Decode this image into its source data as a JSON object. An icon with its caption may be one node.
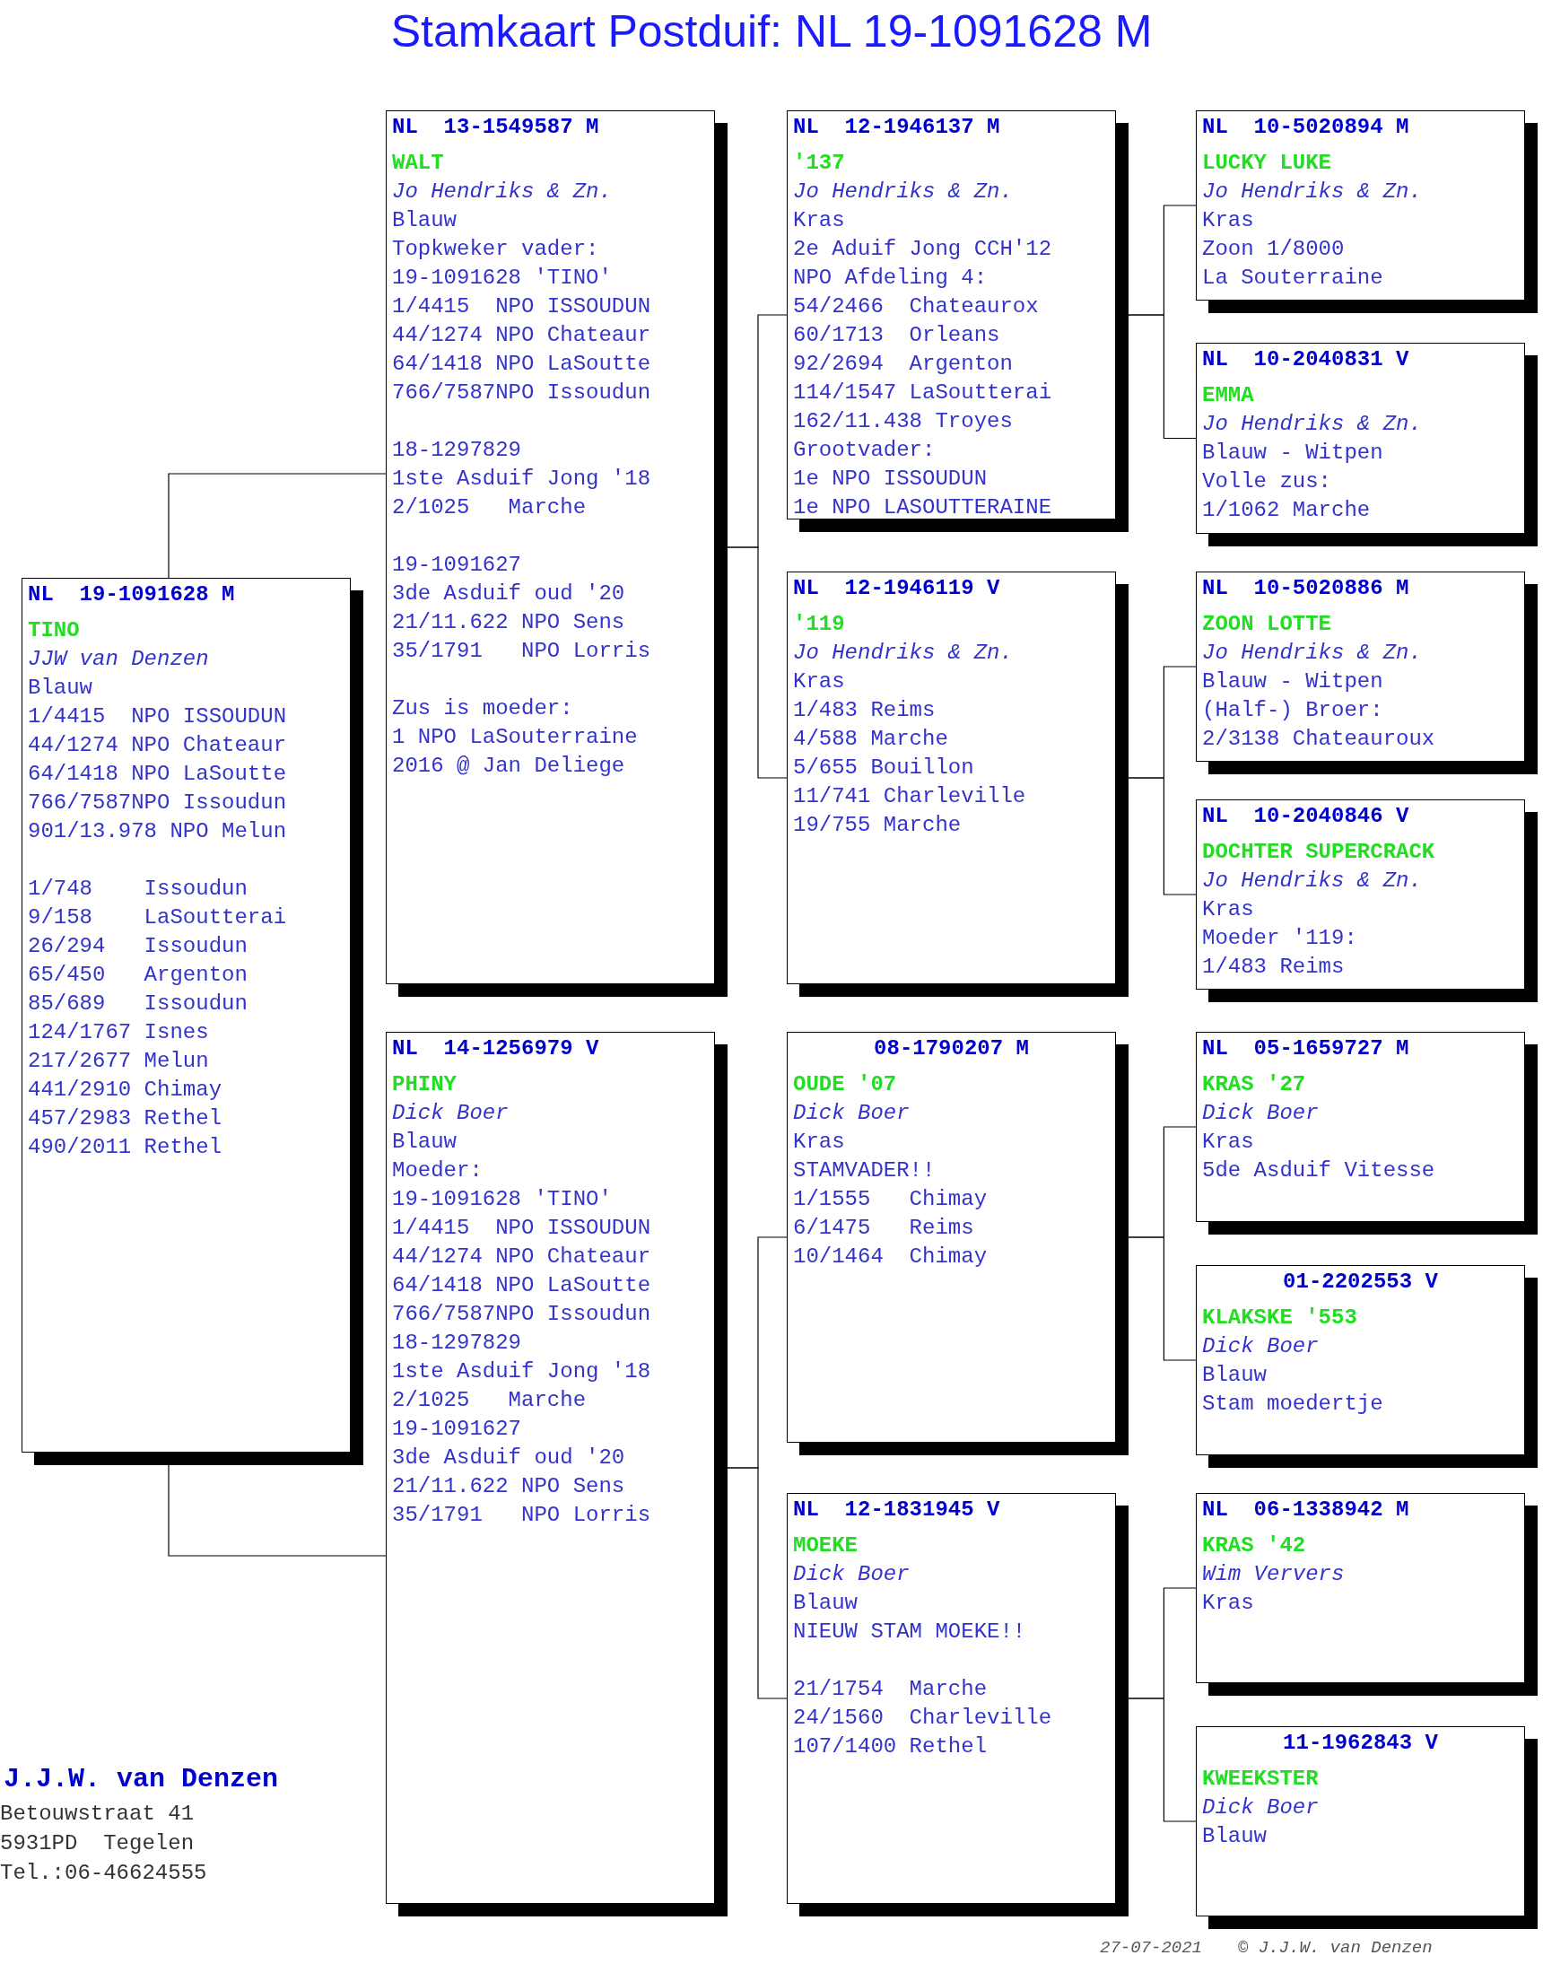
{
  "diagram": {
    "title": "Stamkaart Postduif: NL  19-1091628 M",
    "nodes": [
      {
        "text": [
          "NL  19-1091628 M",
          "TINO",
          "JJW van Denzen",
          "Blauw",
          "1/4415  NPO ISSOUDUN",
          "44/1274 NPO Chateaur",
          "64/1418 NPO LaSoutte",
          "766/7587NPO Issoudun",
          "901/13.978 NPO Melun",
          "1/748    Issoudun",
          "9/158    LaSoutterai",
          "26/294   Issoudun",
          "65/450   Argenton",
          "85/689   Issoudun",
          "124/1767 Isnes",
          "217/2677 Melun",
          "441/2910 Chimay",
          "457/2983 Rethel",
          "490/2011 Rethel"
        ]
      },
      {
        "text": [
          "NL  13-1549587 M",
          "WALT",
          "Jo Hendriks & Zn.",
          "Blauw",
          "Topkweker vader:",
          "19-1091628 'TINO'",
          "1/4415  NPO ISSOUDUN",
          "44/1274 NPO Chateaur",
          "64/1418 NPO LaSoutte",
          "766/7587NPO Issoudun",
          "18-1297829",
          "1ste Asduif Jong '18",
          "2/1025   Marche",
          "19-1091627",
          "3de Asduif oud '20",
          "21/11.622 NPO Sens",
          "35/1791   NPO Lorris",
          "Zus is moeder:",
          "1 NPO LaSouterraine",
          "2016 @ Jan Deliege"
        ]
      },
      {
        "text": [
          "NL  14-1256979 V",
          "PHINY",
          "Dick Boer",
          "Blauw",
          "Moeder:",
          "19-1091628 'TINO'",
          "1/4415  NPO ISSOUDUN",
          "44/1274 NPO Chateaur",
          "64/1418 NPO LaSoutte",
          "766/7587NPO Issoudun",
          "18-1297829",
          "1ste Asduif Jong '18",
          "2/1025   Marche",
          "19-1091627",
          "3de Asduif oud '20",
          "21/11.622 NPO Sens",
          "35/1791   NPO Lorris"
        ]
      },
      {
        "text": [
          "NL  12-1946137 M",
          "'137",
          "Jo Hendriks & Zn.",
          "Kras",
          "2e Aduif Jong CCH'12",
          "NPO Afdeling 4:",
          "54/2466  Chateaurox",
          "60/1713  Orleans",
          "92/2694  Argenton",
          "114/1547 LaSoutterai",
          "162/11.438 Troyes",
          "Grootvader:",
          "1e NPO ISSOUDUN",
          "1e NPO LASOUTTERAINE"
        ]
      },
      {
        "text": [
          "NL  12-1946119 V",
          "'119",
          "Jo Hendriks & Zn.",
          "Kras",
          "1/483 Reims",
          "4/588 Marche",
          "5/655 Bouillon",
          "11/741 Charleville",
          "19/755 Marche"
        ]
      },
      {
        "text": [
          "08-1790207 M",
          "OUDE '07",
          "Dick Boer",
          "Kras",
          "STAMVADER!!",
          "1/1555   Chimay",
          "6/1475   Reims",
          "10/1464  Chimay"
        ]
      },
      {
        "text": [
          "NL  12-1831945 V",
          "MOEKE",
          "Dick Boer",
          "Blauw",
          "NIEUW STAM MOEKE!!",
          "21/1754  Marche",
          "24/1560  Charleville",
          "107/1400 Rethel"
        ]
      },
      {
        "text": [
          "NL  10-5020894 M",
          "LUCKY LUKE",
          "Jo Hendriks & Zn.",
          "Kras",
          "Zoon 1/8000",
          "La Souterraine"
        ]
      },
      {
        "text": [
          "NL  10-2040831 V",
          "EMMA",
          "Jo Hendriks & Zn.",
          "Blauw - Witpen",
          "Volle zus:",
          "1/1062 Marche"
        ]
      },
      {
        "text": [
          "NL  10-5020886 M",
          "ZOON LOTTE",
          "Jo Hendriks & Zn.",
          "Blauw - Witpen",
          "(Half-) Broer:",
          "2/3138 Chateauroux"
        ]
      },
      {
        "text": [
          "NL  10-2040846 V",
          "DOCHTER SUPERCRACK",
          "Jo Hendriks & Zn.",
          "Kras",
          "Moeder '119:",
          "1/483 Reims"
        ]
      },
      {
        "text": [
          "NL  05-1659727 M",
          "KRAS '27",
          "Dick Boer",
          "Kras",
          "5de Asduif Vitesse"
        ]
      },
      {
        "text": [
          "01-2202553 V",
          "KLAKSKE '553",
          "Dick Boer",
          "Blauw",
          "Stam moedertje"
        ]
      },
      {
        "text": [
          "NL  06-1338942 M",
          "KRAS '42",
          "Wim Ververs",
          "Kras"
        ]
      },
      {
        "text": [
          "11-1962843 V",
          "KWEEKSTER",
          "Dick Boer",
          "Blauw"
        ]
      }
    ],
    "edges": [
      {
        "from": 0,
        "to": 1,
        "arrow": "none"
      },
      {
        "from": 0,
        "to": 2,
        "arrow": "none"
      },
      {
        "from": 1,
        "to": 3,
        "arrow": "none"
      },
      {
        "from": 1,
        "to": 4,
        "arrow": "none"
      },
      {
        "from": 2,
        "to": 5,
        "arrow": "none"
      },
      {
        "from": 2,
        "to": 6,
        "arrow": "none"
      },
      {
        "from": 3,
        "to": 7,
        "arrow": "none"
      },
      {
        "from": 3,
        "to": 8,
        "arrow": "none"
      },
      {
        "from": 4,
        "to": 9,
        "arrow": "none"
      },
      {
        "from": 4,
        "to": 10,
        "arrow": "none"
      },
      {
        "from": 5,
        "to": 11,
        "arrow": "none"
      },
      {
        "from": 5,
        "to": 12,
        "arrow": "none"
      },
      {
        "from": 6,
        "to": 13,
        "arrow": "none"
      },
      {
        "from": 6,
        "to": 14,
        "arrow": "none"
      }
    ],
    "labels": [
      "J.J.W. van Denzen",
      "Betouwstraat 41",
      "5931PD  Tegelen",
      "Tel.:06-46624555",
      "27-07-2021",
      "© J.J.W. van Denzen"
    ]
  }
}
